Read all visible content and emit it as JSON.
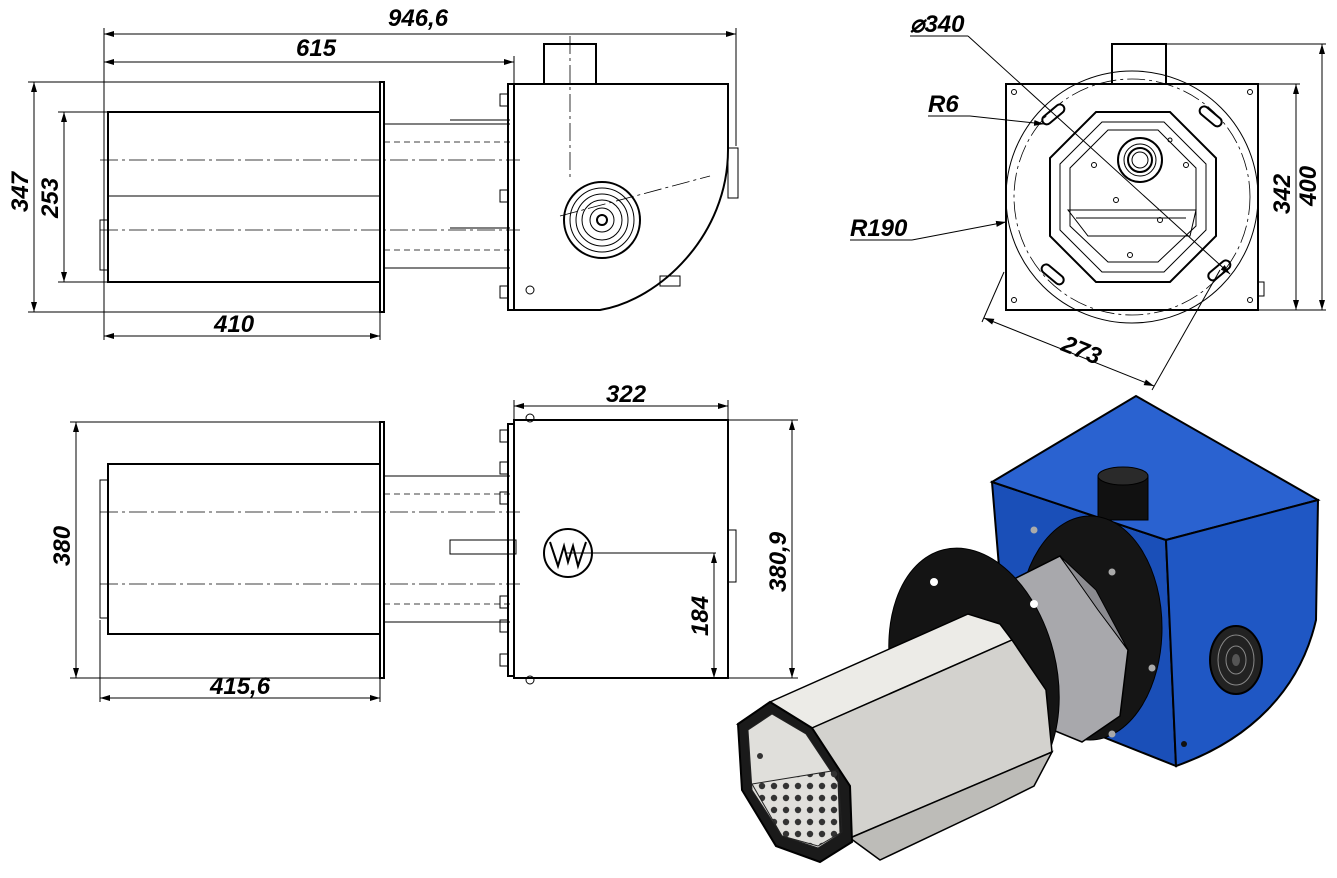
{
  "dimensions": {
    "overall_length": "946,6",
    "tube_to_flange_length": "615",
    "tube_length_top": "410",
    "flange_height": "347",
    "tube_height_side": "253",
    "outer_diameter": "⌀340",
    "slot_radius": "R6",
    "bolt_circle_radius": "R190",
    "front_height": "342",
    "front_height_overall": "400",
    "bolt_spacing": "273",
    "housing_width_top": "322",
    "flange_width_top": "380",
    "tube_length_bottom": "415,6",
    "fan_height": "184",
    "housing_height": "380,9"
  },
  "colors": {
    "housing_blue": "#1f57c4",
    "housing_blue_dark": "#143f98",
    "tube_light": "#e8e6e2",
    "tube_mid": "#b9b9bb",
    "tube_dark": "#8c8c90",
    "flange_black": "#121212",
    "line": "#000000"
  }
}
